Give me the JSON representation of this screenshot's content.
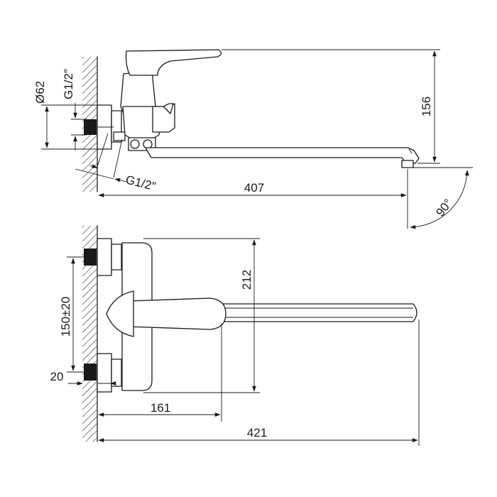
{
  "dimensions": {
    "d62": "Ø62",
    "g12_top": "G1/2″",
    "g12_bottom": "G1/2″",
    "h156": "156",
    "w407": "407",
    "angle90": "90°",
    "h212": "212",
    "c150": "150±20",
    "d20": "20",
    "w161": "161",
    "w421": "421"
  },
  "colors": {
    "ink": "#1a1a1a",
    "background": "#ffffff"
  }
}
